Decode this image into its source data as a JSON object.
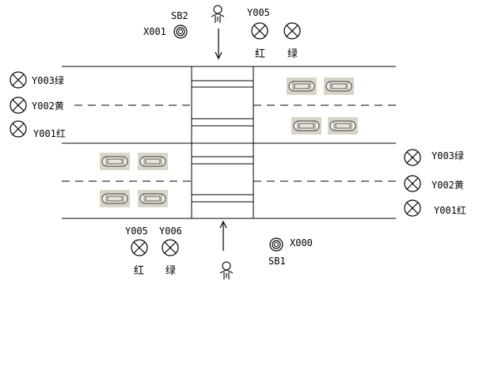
{
  "intersection": {
    "north_pedestrian": {
      "button_name": "SB2",
      "button_input": "X001",
      "lights": [
        {
          "output": "Y005",
          "color_label": "红"
        },
        {
          "output": "",
          "color_label": "绿"
        }
      ]
    },
    "south_pedestrian": {
      "button_name": "SB1",
      "button_input": "X000",
      "lights": [
        {
          "output": "Y005",
          "color_label": "红"
        },
        {
          "output": "Y006",
          "color_label": "绿"
        }
      ]
    },
    "west_vehicle_lights": [
      {
        "text": "Y003绿"
      },
      {
        "text": "Y002黄"
      },
      {
        "text": "Y001红"
      }
    ],
    "east_vehicle_lights": [
      {
        "text": "Y003绿"
      },
      {
        "text": "Y002黄"
      },
      {
        "text": "Y001红"
      }
    ]
  },
  "colors": {
    "line": "#000000",
    "car_fill": "#d9d4c8",
    "car_body": "#f4f2ea",
    "car_outline": "#555555"
  }
}
